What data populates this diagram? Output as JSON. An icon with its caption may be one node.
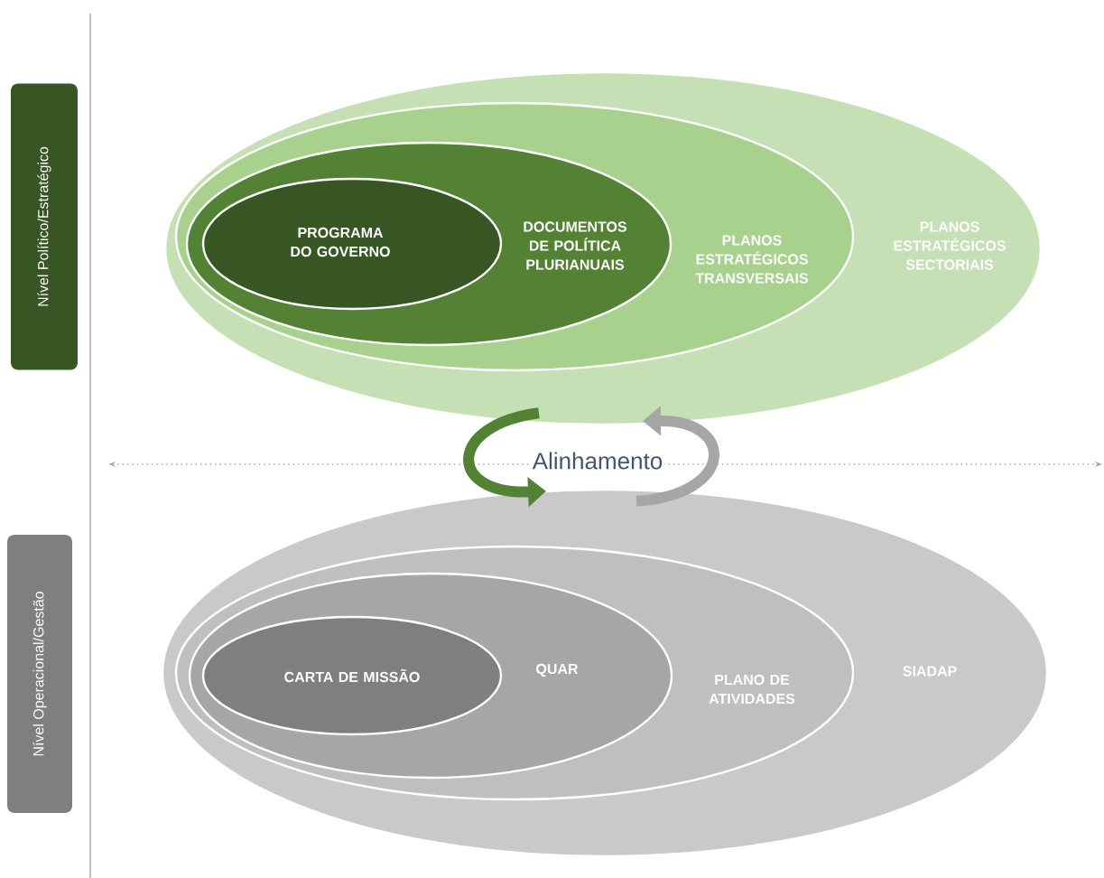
{
  "diagram": {
    "nodes": [
      {
        "text": [
          "Nível Político/Estratégico"
        ]
      },
      {
        "text": [
          "PLANOS ESTRATÉGICOS SECTORIAIS"
        ]
      },
      {
        "text": [
          "PLANOS ESTRATÉGICOS TRANSVERSAIS"
        ],
        "in": 1
      },
      {
        "text": [
          "DOCUMENTOS DE POLÍTICA PLURIANUAIS"
        ],
        "in": 2
      },
      {
        "text": [
          "PROGRAMA DO GOVERNO"
        ],
        "in": 3
      },
      {
        "text": [
          "Nível Operacional/Gestão"
        ]
      },
      {
        "text": [
          "SIADAP"
        ]
      },
      {
        "text": [
          "PLANO DE ATIVIDADES"
        ],
        "in": 6
      },
      {
        "text": [
          "QUAR"
        ],
        "in": 7
      },
      {
        "text": [
          "CARTA DE MISSÃO"
        ],
        "in": 8
      }
    ],
    "edges": [
      {
        "from": 1,
        "to": 6,
        "arrow": "to",
        "color": "#548235"
      },
      {
        "from": 6,
        "to": 1,
        "arrow": "to",
        "color": "#a6a6a6"
      }
    ],
    "labels": [
      "Alinhamento"
    ]
  }
}
